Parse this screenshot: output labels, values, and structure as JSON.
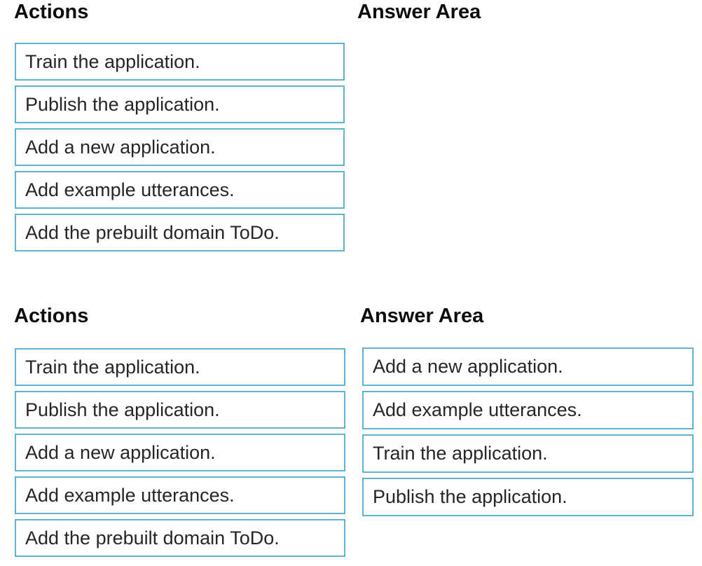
{
  "colors": {
    "box_border": "#5bb5d0",
    "item_text": "#262626",
    "heading_text": "#0c0c0c",
    "background": "#ffffff"
  },
  "sections": {
    "top": {
      "actions_title": "Actions",
      "answer_title": "Answer Area",
      "actions_items": [
        "Train the application.",
        "Publish the application.",
        "Add a new application.",
        "Add example utterances.",
        "Add the prebuilt domain ToDo."
      ],
      "answer_items": []
    },
    "bottom": {
      "actions_title": "Actions",
      "answer_title": "Answer Area",
      "actions_items": [
        "Train the application.",
        "Publish the application.",
        "Add a new application.",
        "Add example utterances.",
        "Add the prebuilt domain ToDo."
      ],
      "answer_items": [
        "Add a new application.",
        "Add example utterances.",
        "Train the application.",
        "Publish the application."
      ]
    }
  }
}
